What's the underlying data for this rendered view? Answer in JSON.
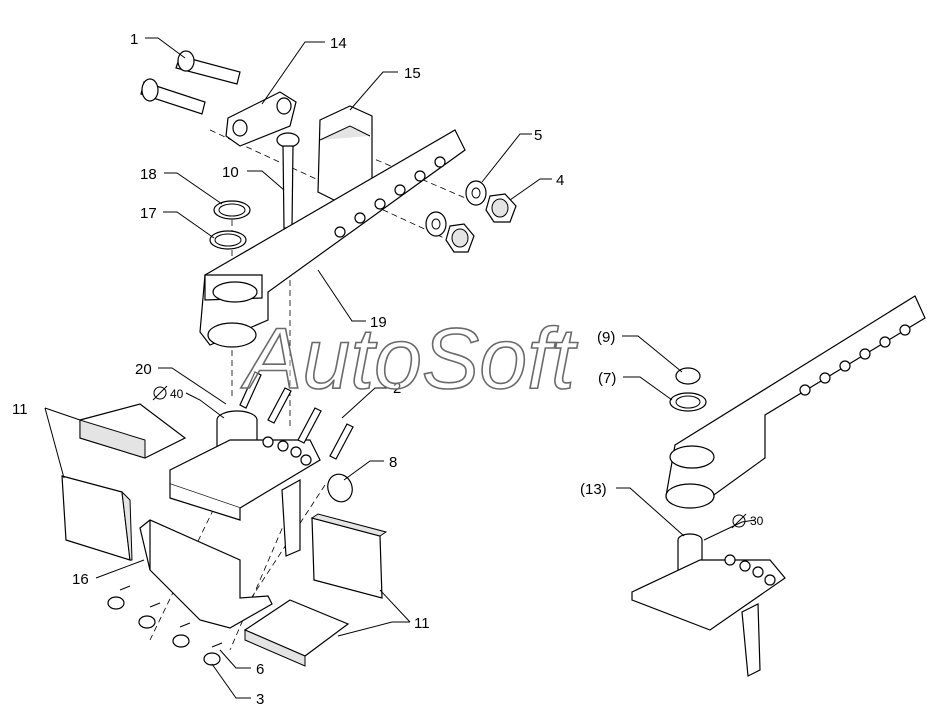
{
  "watermark": "AutoSoft",
  "diameter_symbol": "∅",
  "callouts": [
    {
      "id": "c1",
      "text": "1"
    },
    {
      "id": "c14",
      "text": "14"
    },
    {
      "id": "c15",
      "text": "15"
    },
    {
      "id": "c5",
      "text": "5"
    },
    {
      "id": "c4",
      "text": "4"
    },
    {
      "id": "c18",
      "text": "18"
    },
    {
      "id": "c10",
      "text": "10"
    },
    {
      "id": "c17",
      "text": "17"
    },
    {
      "id": "c19",
      "text": "19"
    },
    {
      "id": "c20",
      "text": "20"
    },
    {
      "id": "c2",
      "text": "2"
    },
    {
      "id": "c11a",
      "text": "11"
    },
    {
      "id": "c8",
      "text": "8"
    },
    {
      "id": "c16",
      "text": "16"
    },
    {
      "id": "c11b",
      "text": "11"
    },
    {
      "id": "c6",
      "text": "6"
    },
    {
      "id": "c3",
      "text": "3"
    },
    {
      "id": "c9",
      "text": "(9)"
    },
    {
      "id": "c7",
      "text": "(7)"
    },
    {
      "id": "c13",
      "text": "(13)"
    }
  ],
  "dimensions": [
    {
      "id": "d40",
      "text": "40"
    },
    {
      "id": "d30",
      "text": "30"
    }
  ]
}
